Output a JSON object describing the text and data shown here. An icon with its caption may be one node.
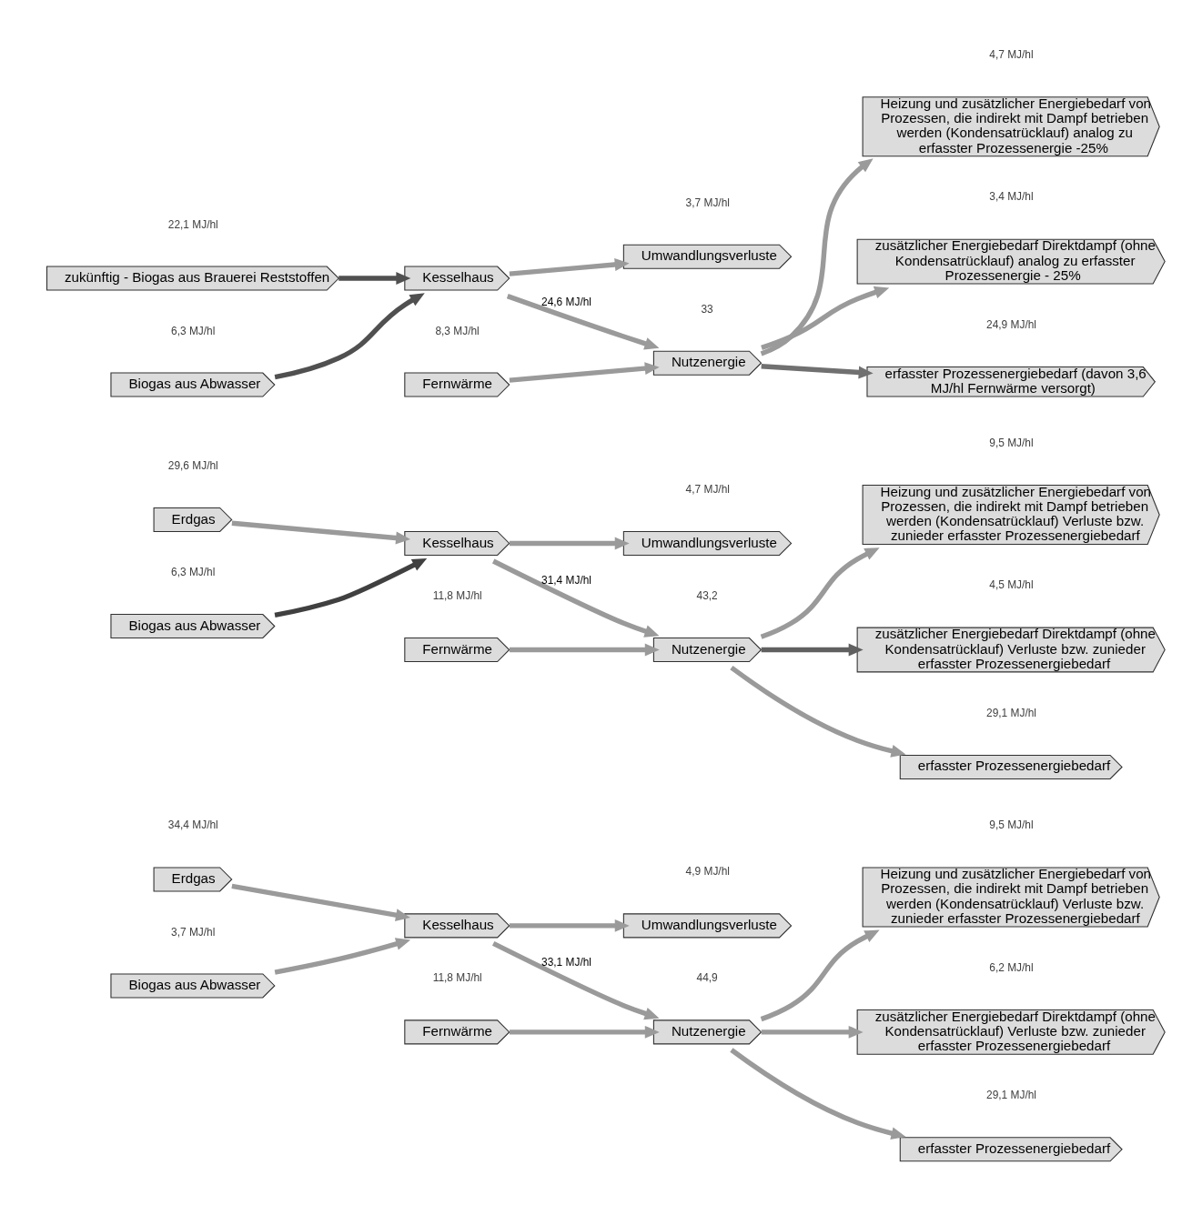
{
  "diagram": {
    "nodes": [
      {
        "text": [
          "Erdgas"
        ],
        "beside": [
          "34,4 MJ/hl"
        ]
      },
      {
        "text": [
          "Biogas aus Abwasser"
        ],
        "beside": [
          "3,7 MJ/hl"
        ]
      },
      {
        "text": [
          "Fernwärme"
        ],
        "beside": [
          "11,8 MJ/hl"
        ]
      },
      {
        "text": [
          "Kesselhaus"
        ]
      },
      {
        "text": [
          "Nutzenergie"
        ],
        "beside": [
          "44,9"
        ]
      },
      {
        "text": [
          "Umwandlungsverluste"
        ],
        "beside": [
          "4,9 MJ/hl"
        ]
      },
      {
        "text": [
          "erfasster Prozessenergiebedarf"
        ],
        "beside": [
          "29,1 MJ/hl"
        ]
      },
      {
        "text": [
          "zusätzlicher Energiebedarf Direktdampf (ohne Kondensatrücklauf) Verluste bzw. zunieder erfasster Prozessenergiebedarf"
        ],
        "beside": [
          "6,2 MJ/hl"
        ]
      },
      {
        "text": [
          "Heizung und zusätzlicher Energiebedarf von Prozessen, die indirekt mit Dampf betrieben werden (Kondensatrücklauf) Verluste bzw. zunieder erfasster Prozessenergiebedarf"
        ],
        "beside": [
          "9,5 MJ/hl"
        ]
      },
      {
        "text": [
          "Erdgas"
        ],
        "beside": [
          "29,6 MJ/hl"
        ]
      },
      {
        "text": [
          "Biogas aus Abwasser"
        ],
        "beside": [
          "6,3 MJ/hl"
        ]
      },
      {
        "text": [
          "Fernwärme"
        ],
        "beside": [
          "11,8 MJ/hl"
        ]
      },
      {
        "text": [
          "Kesselhaus"
        ]
      },
      {
        "text": [
          "Nutzenergie"
        ],
        "beside": [
          "43,2"
        ]
      },
      {
        "text": [
          "Umwandlungsverluste"
        ],
        "beside": [
          "4,7 MJ/hl"
        ]
      },
      {
        "text": [
          "erfasster Prozessenergiebedarf"
        ],
        "beside": [
          "29,1 MJ/hl"
        ]
      },
      {
        "text": [
          "zusätzlicher Energiebedarf Direktdampf (ohne Kondensatrücklauf) Verluste bzw. zunieder erfasster Prozessenergiebedarf"
        ],
        "beside": [
          "4,5 MJ/hl"
        ]
      },
      {
        "text": [
          "Heizung und zusätzlicher Energiebedarf von Prozessen, die indirekt mit Dampf betrieben werden (Kondensatrücklauf) Verluste bzw. zunieder erfasster Prozessenergiebedarf"
        ],
        "beside": [
          "9,5 MJ/hl"
        ]
      },
      {
        "text": [
          "zukünftig - Biogas aus Brauerei Reststoffen"
        ],
        "beside": [
          "22,1 MJ/hl"
        ]
      },
      {
        "text": [
          "Biogas aus Abwasser"
        ],
        "beside": [
          "6,3 MJ/hl"
        ]
      },
      {
        "text": [
          "Fernwärme"
        ],
        "beside": [
          "8,3 MJ/hl"
        ]
      },
      {
        "text": [
          "Kesselhaus"
        ]
      },
      {
        "text": [
          "Nutzenergie"
        ],
        "beside": [
          "33"
        ]
      },
      {
        "text": [
          "Umwandlungsverluste"
        ],
        "beside": [
          "3,7 MJ/hl"
        ]
      },
      {
        "text": [
          "erfasster Prozessenergiebedarf (davon 3,6 MJ/hl Fernwärme versorgt)"
        ],
        "beside": [
          "24,9 MJ/hl"
        ]
      },
      {
        "text": [
          "zusätzlicher Energiebedarf Direktdampf (ohne Kondensatrücklauf) analog zu erfasster Prozessenergie - 25%"
        ],
        "beside": [
          "3,4 MJ/hl"
        ]
      },
      {
        "text": [
          "Heizung und zusätzlicher Energiebedarf von Prozessen, die indirekt mit Dampf betrieben werden (Kondensatrücklauf) analog zu erfasster Prozessenergie -25%"
        ],
        "beside": [
          "4,7 MJ/hl"
        ]
      }
    ],
    "edges": [
      {
        "from": 0,
        "to": 3,
        "arrow": "to"
      },
      {
        "from": 1,
        "to": 3,
        "arrow": "to"
      },
      {
        "from": 3,
        "to": 5,
        "arrow": "to"
      },
      {
        "from": 3,
        "to": 4,
        "arrow": "to",
        "label": "33,1 MJ/hl"
      },
      {
        "from": 2,
        "to": 4,
        "arrow": "to"
      },
      {
        "from": 4,
        "to": 6,
        "arrow": "to"
      },
      {
        "from": 4,
        "to": 7,
        "arrow": "to"
      },
      {
        "from": 4,
        "to": 8,
        "arrow": "to"
      },
      {
        "from": 9,
        "to": 12,
        "arrow": "to"
      },
      {
        "from": 10,
        "to": 12,
        "arrow": "to",
        "color": "#404040"
      },
      {
        "from": 12,
        "to": 14,
        "arrow": "to"
      },
      {
        "from": 12,
        "to": 13,
        "arrow": "to",
        "label": "31,4 MJ/hl"
      },
      {
        "from": 11,
        "to": 13,
        "arrow": "to"
      },
      {
        "from": 13,
        "to": 15,
        "arrow": "to"
      },
      {
        "from": 13,
        "to": 16,
        "arrow": "to",
        "color": "#606060"
      },
      {
        "from": 13,
        "to": 17,
        "arrow": "to"
      },
      {
        "from": 18,
        "to": 21,
        "arrow": "to",
        "color": "#505050"
      },
      {
        "from": 19,
        "to": 21,
        "arrow": "to",
        "color": "#505050"
      },
      {
        "from": 21,
        "to": 23,
        "arrow": "to"
      },
      {
        "from": 21,
        "to": 22,
        "arrow": "to",
        "label": "24,6 MJ/hl"
      },
      {
        "from": 20,
        "to": 22,
        "arrow": "to"
      },
      {
        "from": 22,
        "to": 24,
        "arrow": "to",
        "color": "#707070"
      },
      {
        "from": 22,
        "to": 25,
        "arrow": "to"
      },
      {
        "from": 22,
        "to": 26,
        "arrow": "to"
      }
    ]
  }
}
